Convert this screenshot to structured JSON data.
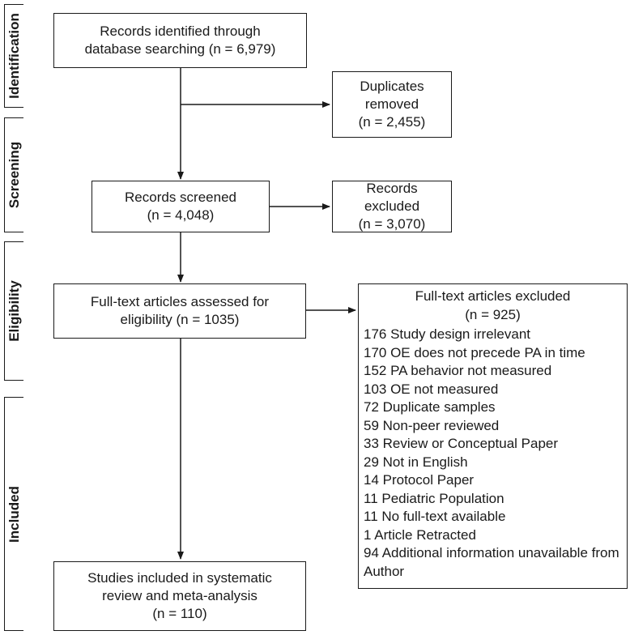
{
  "phases": {
    "identification": "Identification",
    "screening": "Screening",
    "eligibility": "Eligibility",
    "included": "Included"
  },
  "boxes": {
    "identified": {
      "line1": "Records identified through",
      "line2": "database searching (n = 6,979)"
    },
    "duplicates": {
      "line1": "Duplicates",
      "line2": "removed",
      "line3": "(n = 2,455)"
    },
    "screened": {
      "line1": "Records screened",
      "line2": "(n = 4,048)"
    },
    "excluded": {
      "line1": "Records excluded",
      "line2": "(n = 3,070)"
    },
    "assessed": {
      "line1": "Full-text articles assessed for",
      "line2": "eligibility (n = 1035)"
    },
    "fulltext_excluded": {
      "line1": "Full-text articles excluded",
      "line2": "(n = 925)",
      "reasons": [
        "176 Study design irrelevant",
        "170 OE does not precede PA in time",
        "152 PA behavior not measured",
        "103 OE not measured",
        "72 Duplicate samples",
        "59 Non-peer reviewed",
        "33 Review or Conceptual Paper",
        "29 Not in English",
        "14 Protocol Paper",
        "11 Pediatric Population",
        "11 No full-text available",
        "1 Article Retracted",
        "94 Additional information unavailable from Author"
      ]
    },
    "included": {
      "line1": "Studies included in systematic",
      "line2": "review and meta-analysis",
      "line3": "(n = 110)"
    }
  }
}
